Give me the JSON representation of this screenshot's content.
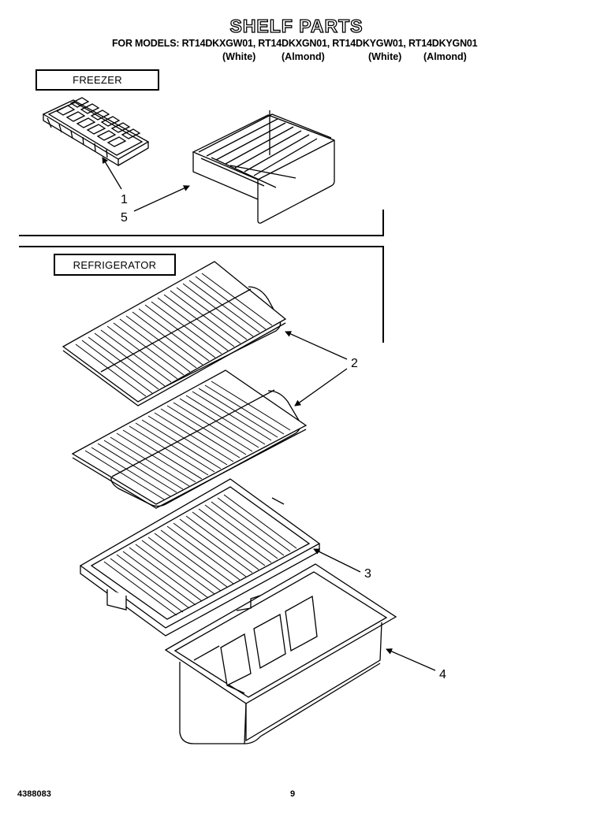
{
  "title": "SHELF PARTS",
  "models_line": "FOR MODELS: RT14DKXGW01, RT14DKXGN01, RT14DKYGW01, RT14DKYGN01",
  "colors": [
    "(White)",
    "(Almond)",
    "(White)",
    "(Almond)"
  ],
  "sections": {
    "freezer": "FREEZER",
    "refrigerator": "REFRIGERATOR"
  },
  "callouts": [
    "1",
    "5",
    "2",
    "3",
    "4"
  ],
  "footer": {
    "part_number": "4388083",
    "page": "9"
  }
}
